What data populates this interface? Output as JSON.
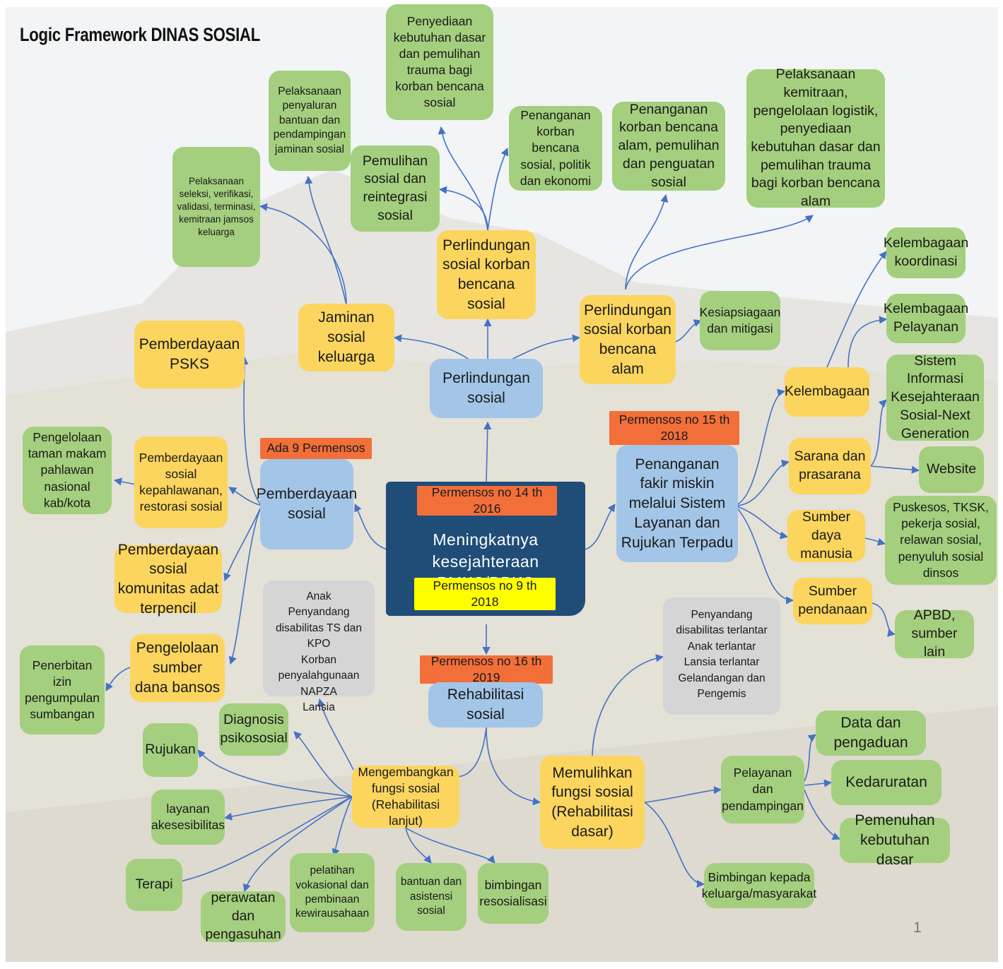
{
  "title": "Logic Framework DINAS SOSIAL",
  "page_number": "1",
  "center": {
    "main": "Meningkatnya kesejahteraan PMKS/PPKS",
    "top_label": "Permensos no 14 th 2016",
    "bottom_label": "Permensos no 9 th 2018"
  },
  "perlindungan": {
    "hub": "Perlindungan sosial",
    "jaminan": "Jaminan sosial keluarga",
    "jaminan_children": [
      "Pelaksanaan seleksi, verifikasi, validasi, terminasi, kemitraan jamsos keluarga",
      "Pelaksanaan penyaluran bantuan dan pendampingan jaminan sosial"
    ],
    "bencana_sosial": "Perlindungan sosial korban bencana sosial",
    "bencana_sosial_children": [
      "Penyediaan kebutuhan dasar dan pemulihan trauma bagi korban bencana sosial",
      "Pemulihan sosial dan reintegrasi sosial",
      "Penanganan korban bencana sosial, politik dan ekonomi"
    ],
    "bencana_alam": "Perlindungan sosial korban bencana alam",
    "bencana_alam_children": [
      "Penanganan korban bencana alam, pemulihan dan penguatan sosial",
      "Pelaksanaan kemitraan, pengelolaan logistik, penyediaan kebutuhan dasar dan pemulihan trauma bagi korban bencana alam",
      "Kesiapsiagaan dan mitigasi"
    ]
  },
  "pemberdayaan": {
    "badge": "Ada 9 Permensos",
    "hub": "Pemberdayaan sosial",
    "psks": "Pemberdayaan PSKS",
    "kepahlawanan": "Pemberdayaan sosial kepahlawanan, restorasi sosial",
    "kepahlawanan_child": "Pengelolaan taman makam pahlawan nasional kab/kota",
    "komunitas": "Pemberdayaan sosial komunitas adat terpencil",
    "bansos": "Pengelolaan sumber dana bansos",
    "bansos_child": "Penerbitan izin pengumpulan sumbangan"
  },
  "fakir_miskin": {
    "badge": "Permensos no 15 th 2018",
    "hub": "Penanganan fakir miskin melalui Sistem Layanan dan Rujukan Terpadu",
    "kelembagaan": "Kelembagaan",
    "kelembagaan_children": [
      "Kelembagaan koordinasi",
      "Kelembagaan Pelayanan"
    ],
    "sarana": "Sarana dan prasarana",
    "sarana_children": [
      "Sistem Informasi Kesejahteraan Sosial-Next Generation",
      "Website"
    ],
    "sdm": "Sumber daya manusia",
    "sdm_child": "Puskesos, TKSK, pekerja sosial, relawan sosial, penyuluh sosial dinsos",
    "pendanaan": "Sumber pendanaan",
    "pendanaan_child": "APBD, sumber lain"
  },
  "rehabilitasi": {
    "badge": "Permensos no 16 th 2019",
    "hub": "Rehabilitasi sosial",
    "target_lanjut": "Anak\nPenyandang disabilitas TS dan KPO\nKorban penyalahgunaan NAPZA\nLansia",
    "target_dasar": "Penyandang disabilitas terlantar\nAnak terlantar\nLansia terlantar\nGelandangan dan Pengemis",
    "lanjut": "Mengembangkan fungsi sosial (Rehabilitasi lanjut)",
    "lanjut_children": [
      "Diagnosis psikososial",
      "Rujukan",
      "layanan akesesibilitas",
      "Terapi",
      "perawatan dan pengasuhan",
      "pelatihan vokasional dan pembinaan kewirausahaan",
      "bantuan dan asistensi sosial",
      "bimbingan resosialisasi"
    ],
    "dasar": "Memulihkan fungsi sosial (Rehabilitasi dasar)",
    "pelayanan": "Pelayanan dan pendampingan",
    "pelayanan_children": [
      "Data dan pengaduan",
      "Kedaruratan",
      "Pemenuhan kebutuhan dasar"
    ],
    "bimbingan_keluarga": "Bimbingan kepada keluarga/masyarakat"
  },
  "colors": {
    "leaf": "#a4cf7e",
    "category": "#fbd55e",
    "hub": "#a3c5e8",
    "badge": "#f26f3a",
    "highlight": "#ffff00",
    "center": "#1f4d78",
    "connector": "#4472c4"
  }
}
